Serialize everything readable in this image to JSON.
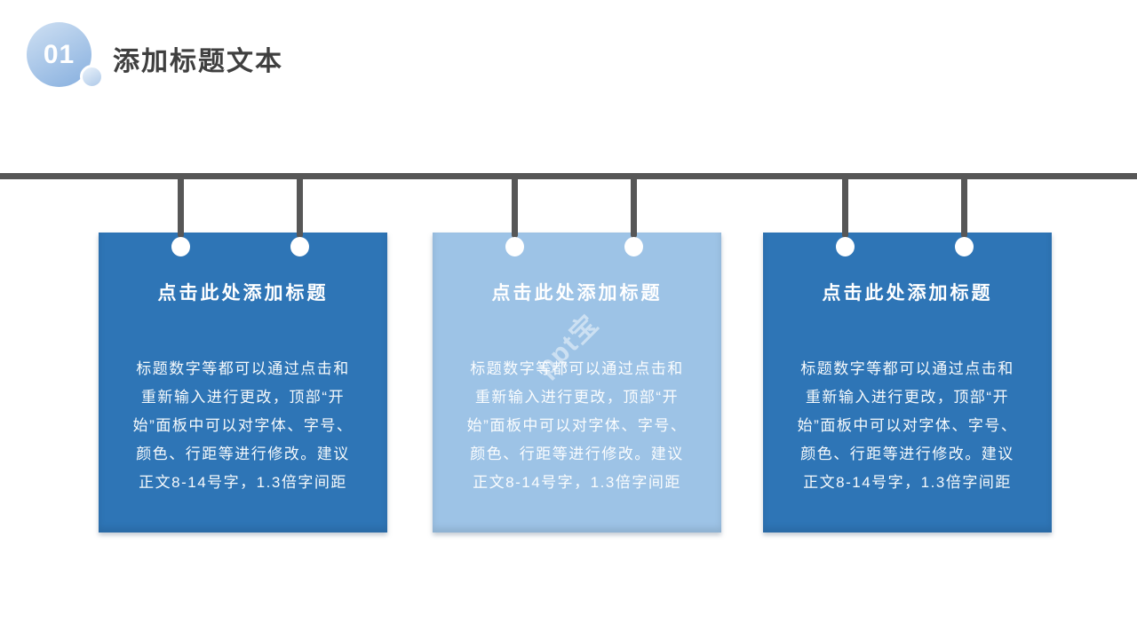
{
  "header": {
    "section_number": "01",
    "title": "添加标题文本"
  },
  "watermark": {
    "text": "ppt宝"
  },
  "cards": [
    {
      "variant": "dark",
      "title": "点击此处添加标题",
      "body": "标题数字等都可以通过点击和\n重新输入进行更改，顶部“开\n始”面板中可以对字体、字号、\n颜色、行距等进行修改。建议\n正文8-14号字，1.3倍字间距"
    },
    {
      "variant": "light",
      "title": "点击此处添加标题",
      "body": "标题数字等都可以通过点击和\n重新输入进行更改，顶部“开\n始”面板中可以对字体、字号、\n颜色、行距等进行修改。建议\n正文8-14号字，1.3倍字间距"
    },
    {
      "variant": "dark",
      "title": "点击此处添加标题",
      "body": "标题数字等都可以通过点击和\n重新输入进行更改，顶部“开\n始”面板中可以对字体、字号、\n颜色、行距等进行修改。建议\n正文8-14号字，1.3倍字间距"
    }
  ],
  "colors": {
    "card_dark": "#2e75b6",
    "card_light": "#9dc3e6",
    "timeline_gray": "#575757",
    "header_text": "#3f3f3f",
    "badge_gradient_start": "#c9dcf1",
    "badge_gradient_end": "#8fb5e1"
  }
}
